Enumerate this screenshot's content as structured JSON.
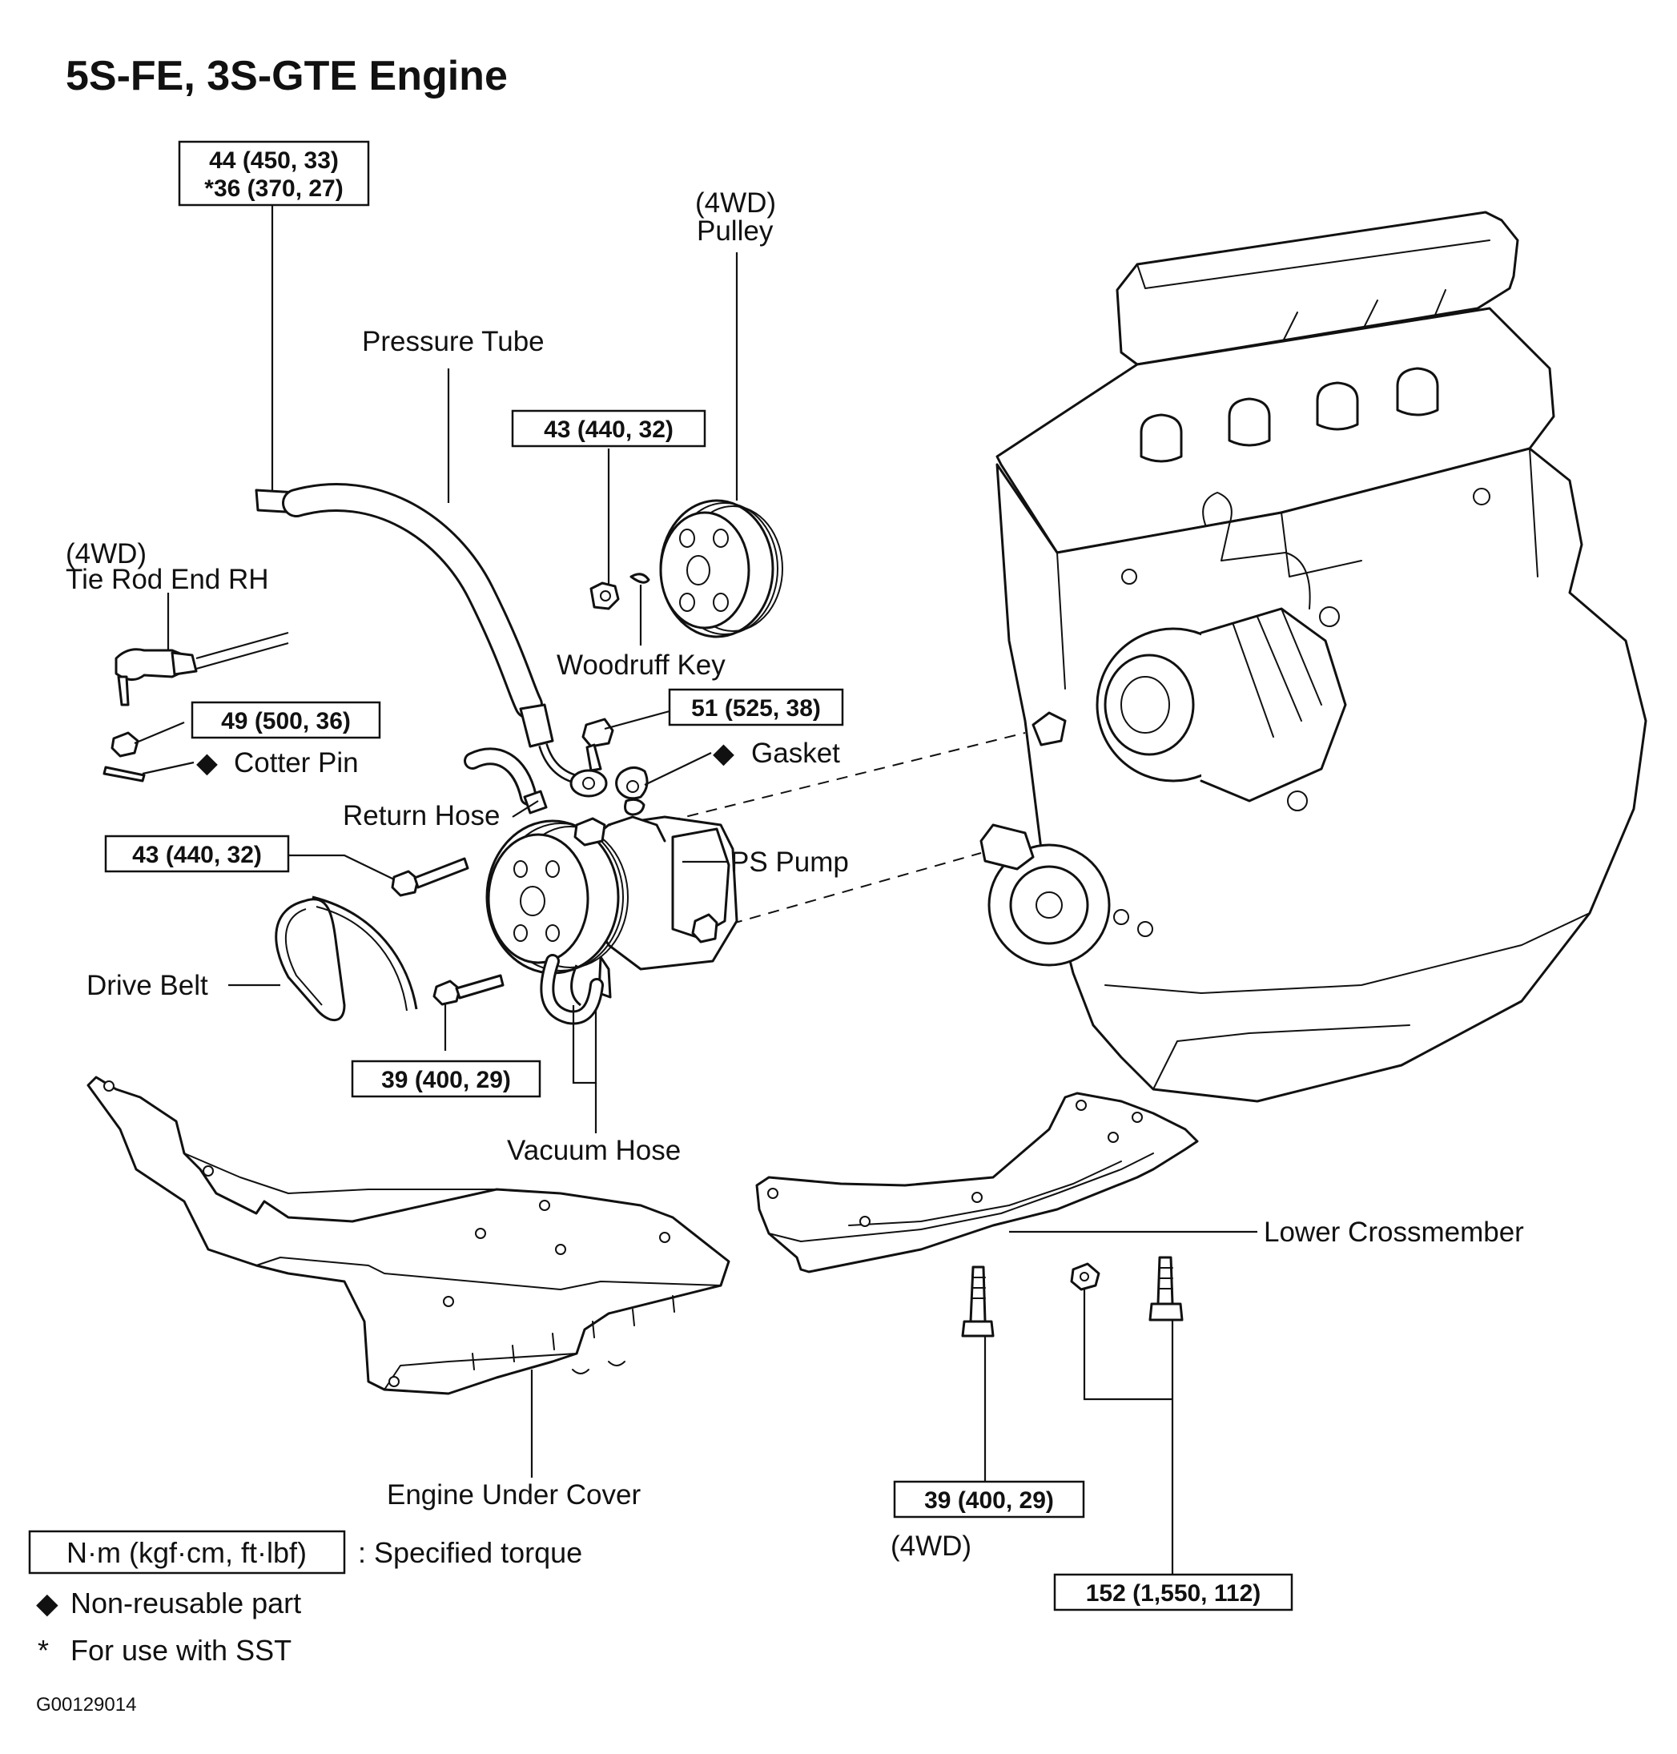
{
  "title": "5S-FE, 3S-GTE Engine",
  "torque_specs": {
    "pressure_tube_line1": "44 (450, 33)",
    "pressure_tube_line2": "*36 (370, 27)",
    "pulley_nut": "43 (440, 32)",
    "tie_rod_nut": "49 (500, 36)",
    "union_bolt": "51 (525, 38)",
    "pump_bolt_upper": "43 (440, 32)",
    "pump_bolt_lower": "39 (400, 29)",
    "crossmember_bolt": "39 (400, 29)",
    "crossmember_main": "152 (1,550, 112)"
  },
  "labels": {
    "pressure_tube": "Pressure Tube",
    "pulley_4wd": "(4WD)",
    "pulley": "Pulley",
    "tie_rod_4wd": "(4WD)",
    "tie_rod": "Tie Rod End RH",
    "cotter_pin": "Cotter Pin",
    "woodruff_key": "Woodruff Key",
    "gasket": "Gasket",
    "return_hose": "Return Hose",
    "ps_pump": "PS Pump",
    "drive_belt": "Drive Belt",
    "vacuum_hose": "Vacuum Hose",
    "lower_crossmember": "Lower Crossmember",
    "engine_under_cover": "Engine Under Cover",
    "crossmember_4wd": "(4WD)"
  },
  "legend": {
    "unit_box": "N·m (kgf·cm, ft·lbf)",
    "unit_desc": ": Specified torque",
    "non_reusable_symbol": "◆",
    "non_reusable": "Non-reusable part",
    "sst_symbol": "*",
    "sst": "For use with SST"
  },
  "figure_code": "G00129014",
  "colors": {
    "line": "#111111",
    "background": "#ffffff"
  }
}
